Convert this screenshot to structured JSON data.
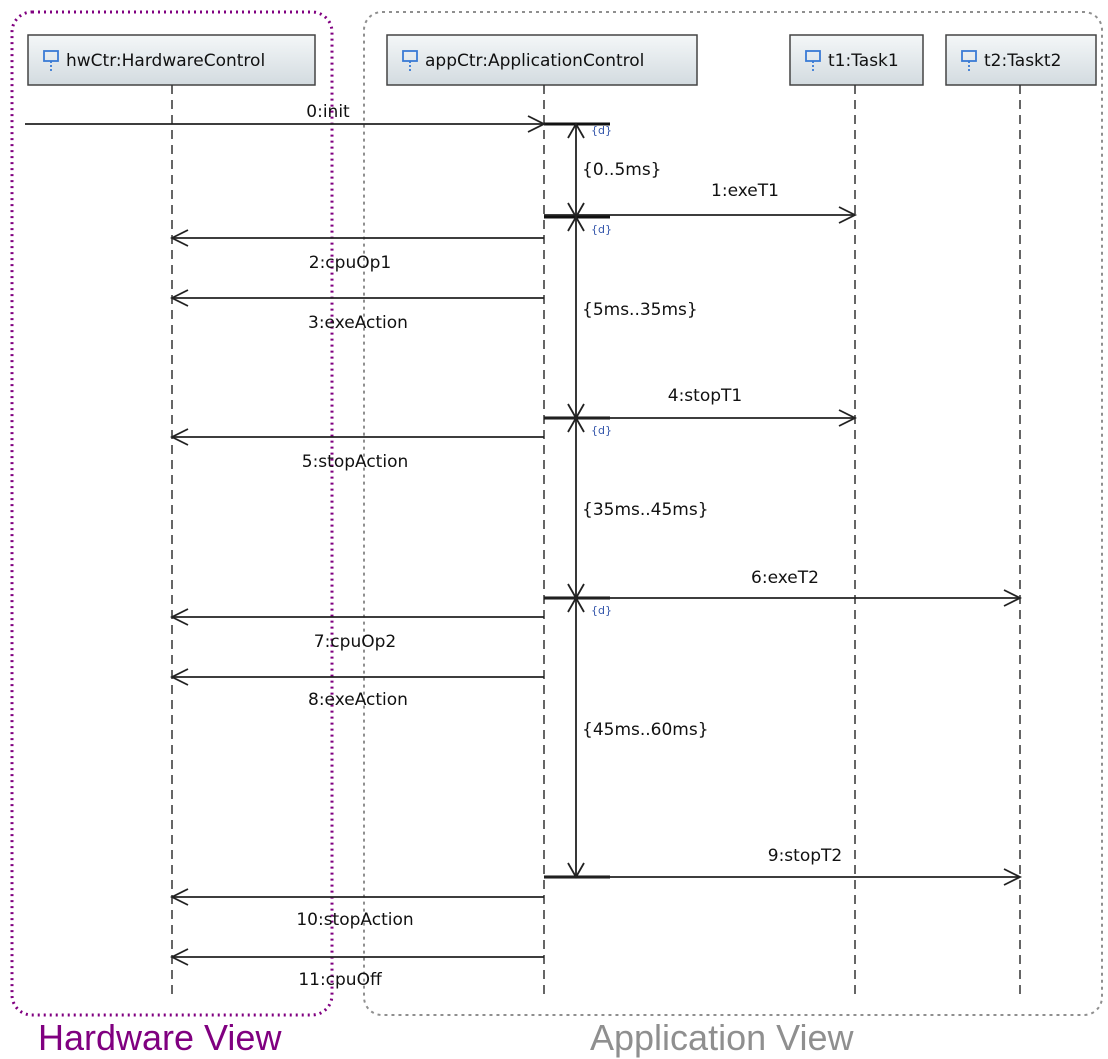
{
  "colors": {
    "hardware_view": "#800080",
    "application_view": "#8f8f8f",
    "line": "#222222",
    "box_fill_top": "#f4f7f8",
    "box_fill_bottom": "#d3dbe0",
    "icon": "#3a7bd5",
    "duration_icon": "#3355aa"
  },
  "regions": {
    "hardware": {
      "label": "Hardware View"
    },
    "application": {
      "label": "Application View"
    }
  },
  "lifelines": [
    {
      "id": "hw",
      "label": "hwCtr:HardwareControl",
      "icon": "lifeline-icon"
    },
    {
      "id": "app",
      "label": "appCtr:ApplicationControl",
      "icon": "lifeline-icon"
    },
    {
      "id": "t1",
      "label": "t1:Task1",
      "icon": "lifeline-icon"
    },
    {
      "id": "t2",
      "label": "t2:Taskt2",
      "icon": "lifeline-icon"
    }
  ],
  "messages": [
    {
      "label": "0:init",
      "from": "external",
      "to": "app"
    },
    {
      "label": "1:exeT1",
      "from": "app",
      "to": "t1"
    },
    {
      "label": "2:cpuOp1",
      "from": "app",
      "to": "hw"
    },
    {
      "label": "3:exeAction",
      "from": "app",
      "to": "hw"
    },
    {
      "label": "4:stopT1",
      "from": "app",
      "to": "t1"
    },
    {
      "label": "5:stopAction",
      "from": "app",
      "to": "hw"
    },
    {
      "label": "6:exeT2",
      "from": "app",
      "to": "t2"
    },
    {
      "label": "7:cpuOp2",
      "from": "app",
      "to": "hw"
    },
    {
      "label": "8:exeAction",
      "from": "app",
      "to": "hw"
    },
    {
      "label": "9:stopT2",
      "from": "app",
      "to": "t2"
    },
    {
      "label": "10:stopAction",
      "from": "app",
      "to": "hw"
    },
    {
      "label": "11:cpuOff",
      "from": "app",
      "to": "hw"
    }
  ],
  "duration_constraints": [
    {
      "label": "{0..5ms}"
    },
    {
      "label": "{5ms..35ms}"
    },
    {
      "label": "{35ms..45ms}"
    },
    {
      "label": "{45ms..60ms}"
    }
  ],
  "duration_marker": "{d}"
}
